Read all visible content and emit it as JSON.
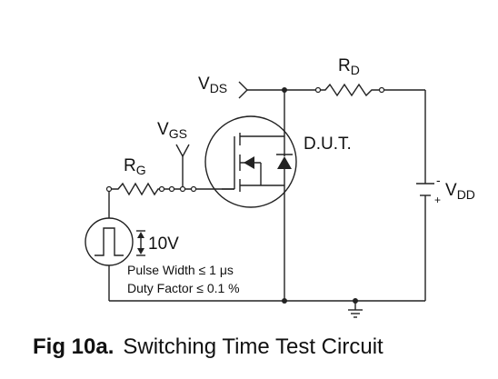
{
  "labels": {
    "vds_main": "V",
    "vds_sub": "DS",
    "rd_main": "R",
    "rd_sub": "D",
    "vgs_main": "V",
    "vgs_sub": "GS",
    "rg_main": "R",
    "rg_sub": "G",
    "dut": "D.U.T.",
    "vdd_main": "V",
    "vdd_sub": "DD",
    "vdd_minus": "-",
    "vdd_plus": "+",
    "pulse_amp": "10V",
    "pulse_width": "Pulse Width ≤ 1 μs",
    "duty_factor": "Duty Factor ≤ 0.1 %"
  },
  "caption": {
    "fig": "Fig 10a.",
    "title": "Switching Time Test Circuit"
  }
}
